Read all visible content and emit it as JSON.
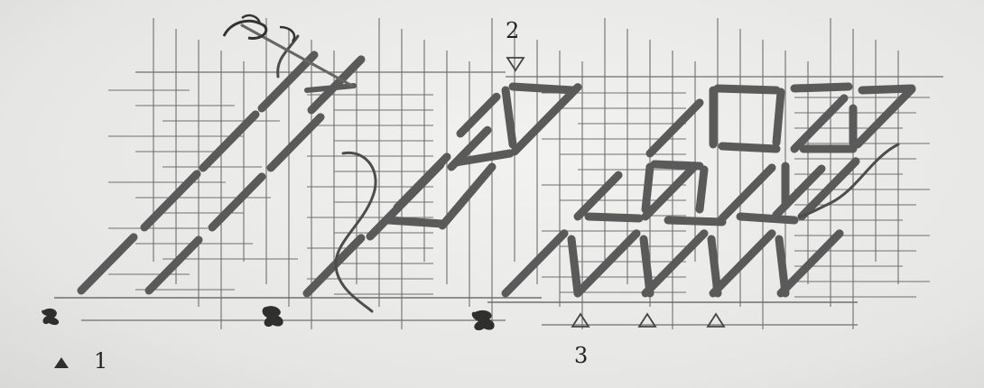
{
  "labels": {
    "step_1": "1",
    "step_2": "2",
    "step_3": "3"
  },
  "colors": {
    "grid": "#6f6f6f",
    "stitch": "#5a5a5a",
    "thread": "#4a4a4a",
    "marker": "#333333"
  },
  "icons": [
    "needle-icon",
    "thread-knot-icon",
    "triangle-marker-icon"
  ]
}
